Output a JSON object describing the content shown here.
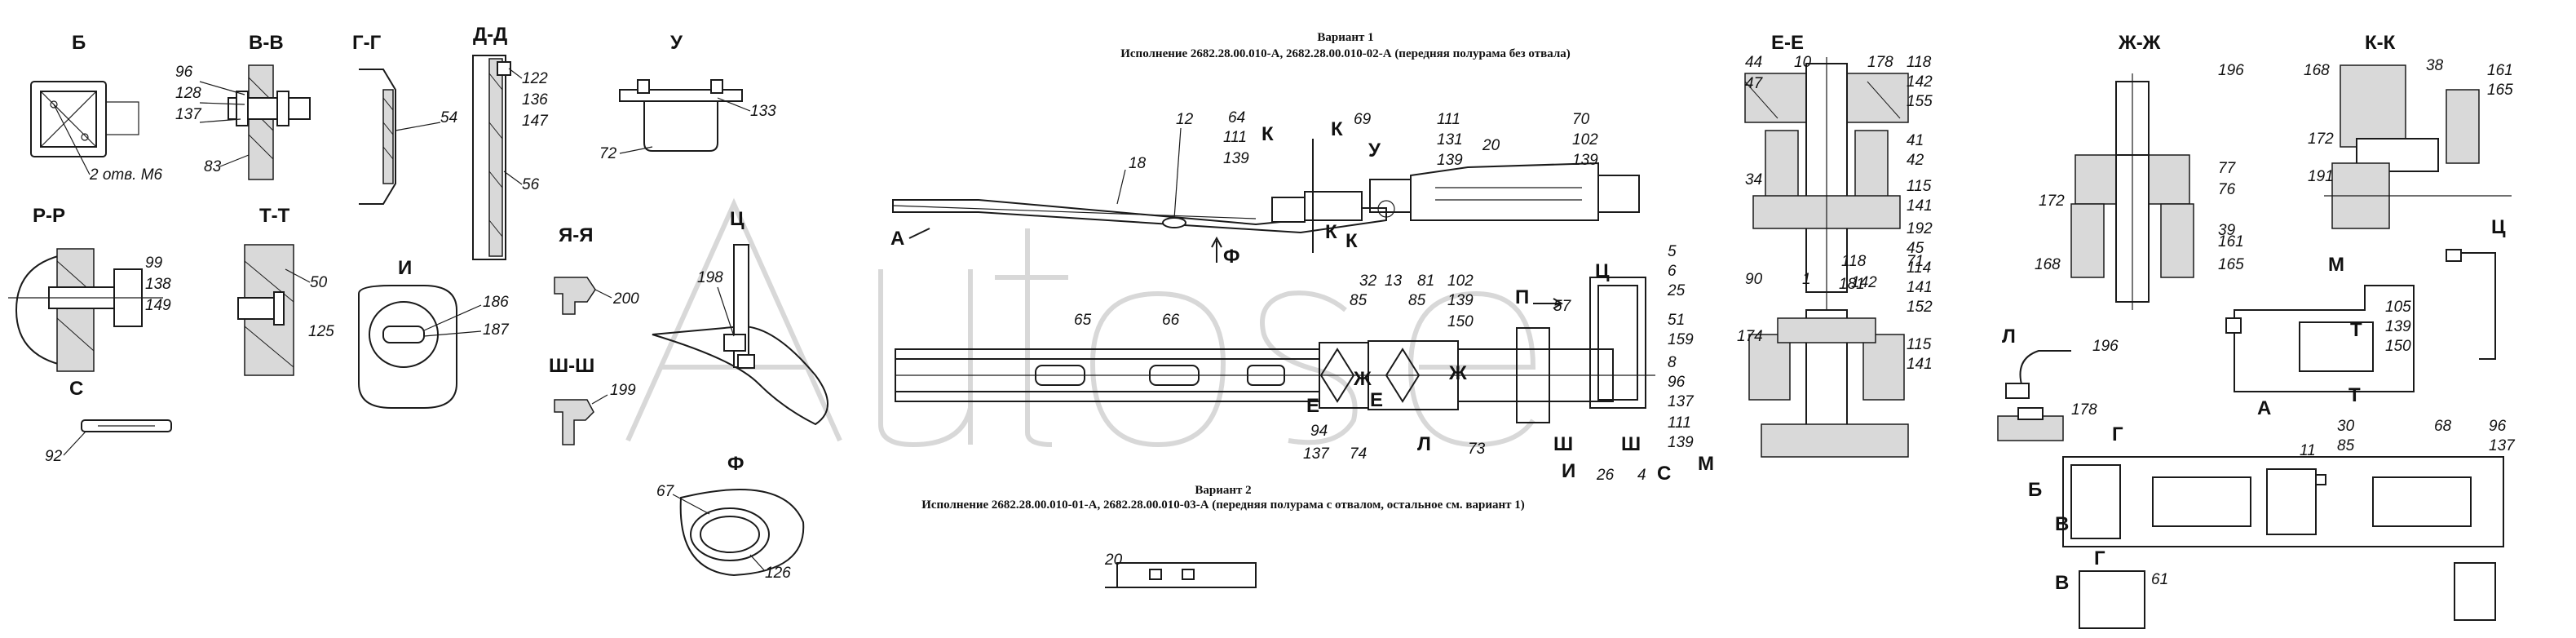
{
  "variant1": {
    "heading": "Вариант 1",
    "description": "Исполнение 2682.28.00.010-А, 2682.28.00.010-02-А (передняя полурама без отвала)"
  },
  "variant2": {
    "heading": "Вариант 2",
    "description": "Исполнение 2682.28.00.010-01-А, 2682.28.00.010-03-А (передняя полурама с отвалом, остальное см. вариант 1)"
  },
  "watermark": "Autose",
  "section_labels": {
    "B_": "Б",
    "VV": "В-В",
    "GG": "Г-Г",
    "DD": "Д-Д",
    "U": "У",
    "RR": "Р-Р",
    "TT": "Т-Т",
    "I": "И",
    "YaYa": "Я-Я",
    "Ts": "Ц",
    "ShSh": "Ш-Ш",
    "S": "С",
    "F": "Ф",
    "EE": "Е-Е",
    "ZhZh": "Ж-Ж",
    "KK": "К-К",
    "Ts2": "Ц",
    "M": "М",
    "L": "Л",
    "A": "А",
    "T": "Т"
  },
  "note_holes": "2 отв. М6",
  "callouts": {
    "vv": [
      "96",
      "128",
      "137",
      "83"
    ],
    "gg": [
      "54"
    ],
    "dd": [
      "122",
      "136",
      "147",
      "56"
    ],
    "u": [
      "133",
      "72"
    ],
    "rr": [
      "99",
      "138",
      "149"
    ],
    "tt": [
      "50",
      "125"
    ],
    "i": [
      "186",
      "187"
    ],
    "yaya": [
      "200"
    ],
    "shsh": [
      "199"
    ],
    "ts": [
      "198"
    ],
    "s": [
      "92"
    ],
    "f": [
      "67",
      "126"
    ],
    "top": [
      "12",
      "18",
      "64",
      "111",
      "139",
      "69",
      "111",
      "131",
      "139",
      "20",
      "70",
      "102",
      "139"
    ],
    "bottom": [
      "32",
      "85",
      "65",
      "66",
      "13",
      "81",
      "85",
      "102",
      "139",
      "150",
      "57",
      "5",
      "6",
      "25",
      "51",
      "159",
      "8",
      "96",
      "137",
      "4",
      "111",
      "139",
      "26",
      "94",
      "137",
      "74",
      "73"
    ],
    "v2": [
      "20"
    ],
    "ee_top": [
      "44",
      "47",
      "10",
      "178",
      "118",
      "142",
      "155",
      "34",
      "41",
      "42",
      "115",
      "141",
      "192",
      "45",
      "118",
      "142",
      "71"
    ],
    "ee_bot": [
      "90",
      "1",
      "181",
      "114",
      "141",
      "152",
      "174",
      "115",
      "141"
    ],
    "zhzh": [
      "196",
      "77",
      "76",
      "39",
      "172",
      "168",
      "161",
      "165"
    ],
    "kk": [
      "168",
      "38",
      "161",
      "165",
      "172",
      "191"
    ],
    "ts2": [
      "105",
      "139",
      "150"
    ],
    "l": [
      "196",
      "178"
    ],
    "a": [
      "11",
      "30",
      "85",
      "68",
      "96",
      "137",
      "61"
    ]
  },
  "view_arrows": {
    "A": "А",
    "F": "Ф",
    "K1": "К",
    "K2": "К",
    "K3": "К",
    "K4": "К",
    "U": "У",
    "E1": "Е",
    "E2": "Е",
    "Zh1": "Ж",
    "Zh2": "Ж",
    "Ts": "Ц",
    "P": "П",
    "L": "Л",
    "Sh1": "Ш",
    "Sh2": "Ш",
    "I": "И",
    "S": "С",
    "M": "М",
    "B": "Б",
    "G": "Г",
    "V1": "В",
    "V2": "В",
    "G2": "Г",
    "T1": "Т",
    "T2": "Т"
  }
}
